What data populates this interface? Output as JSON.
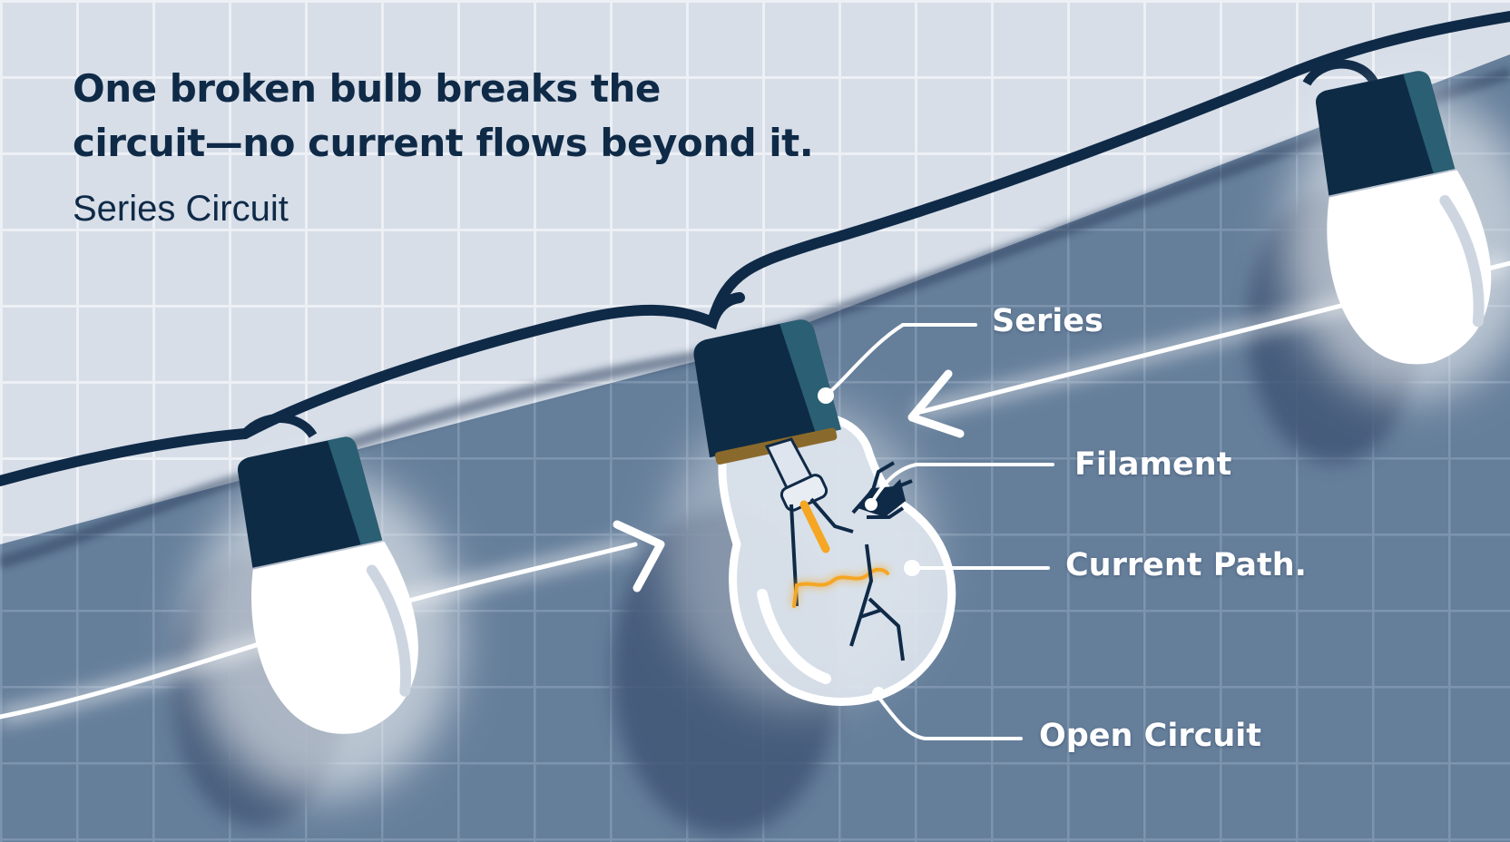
{
  "headline": {
    "line1": "One broken bulb breaks the",
    "line2": "circuit—no current flows beyond it."
  },
  "subtitle": "Series Circuit",
  "callouts": {
    "series": "Series",
    "filament": "Filament",
    "current_path": "Current Path.",
    "open_circuit": "Open Circuit"
  },
  "colors": {
    "background": "#d7dee8",
    "shadow_band": "#5f7896",
    "grid_line": "#ffffff",
    "wire": "#0f2a47",
    "socket": "#0e2b45",
    "socket_accent": "#2b5f73",
    "bulb": "#ffffff",
    "filament_glow": "#f5a623",
    "heading_text": "#0f2a47",
    "label_text": "#ffffff"
  },
  "icons": [
    "glowing-bulb-icon",
    "broken-bulb-icon",
    "current-arrow-icon"
  ]
}
